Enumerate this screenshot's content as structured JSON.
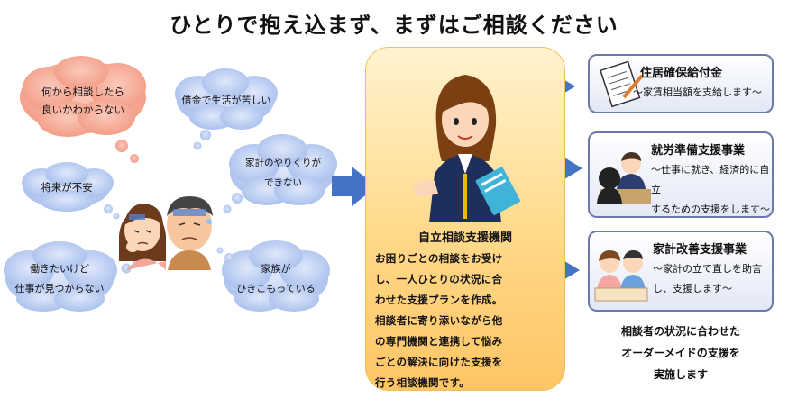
{
  "title": "ひとりで抱え込まず、まずはご相談ください",
  "worries": {
    "w1_line1": "何から相談したら",
    "w1_line2": "良いかわからない",
    "w2": "借金で生活が苦しい",
    "w3_line1": "家計のやりくりが",
    "w3_line2": "できない",
    "w4": "将来が不安",
    "w5_line1": "働きたいけど",
    "w5_line2": "仕事が見つからない",
    "w6_line1": "家族が",
    "w6_line2": "ひきこもっている"
  },
  "center": {
    "title": "自立相談支援機関",
    "lines": [
      "お困りごとの相談をお受け",
      "し、一人ひとりの状況に合",
      "わせた支援プランを作成。",
      "相談者に寄り添いながら他",
      "の専門機関と連携して悩み",
      "ごとの解決に向けた支援を",
      "行う相談機関です。"
    ]
  },
  "services": [
    {
      "title": "住居確保給付金",
      "desc_lines": [
        "～家賃相当額を支給します～"
      ]
    },
    {
      "title": "就労準備支援事業",
      "desc_lines": [
        "～仕事に就き、経済的に自立",
        "するための支援をします～"
      ]
    },
    {
      "title": "家計改善支援事業",
      "desc_lines": [
        "～家計の立て直しを助言",
        "し、支援します～"
      ]
    }
  ],
  "footer": [
    "相談者の状況に合わせた",
    "オーダーメイドの支援を",
    "実施します"
  ],
  "colors": {
    "bubble_pink": "#f5a08c",
    "bubble_blue": "#aac0ee",
    "arrow_blue": "#4472c4",
    "card_border": "#6b7aa8",
    "center_gold": "#fec564"
  }
}
